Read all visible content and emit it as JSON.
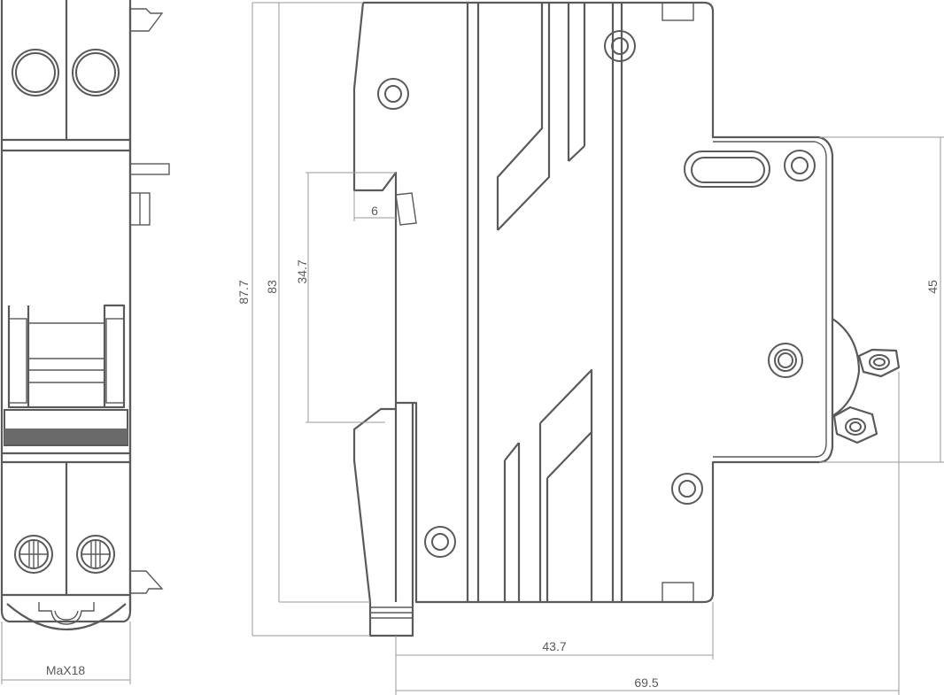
{
  "dimensions": {
    "front_width": "MaX18",
    "overall_height": "87.7",
    "body_height": "83",
    "rail_clip_height": "34.7",
    "rail_offset": "6",
    "front_depth": "43.7",
    "overall_depth": "69.5",
    "front_face_height": "45"
  }
}
